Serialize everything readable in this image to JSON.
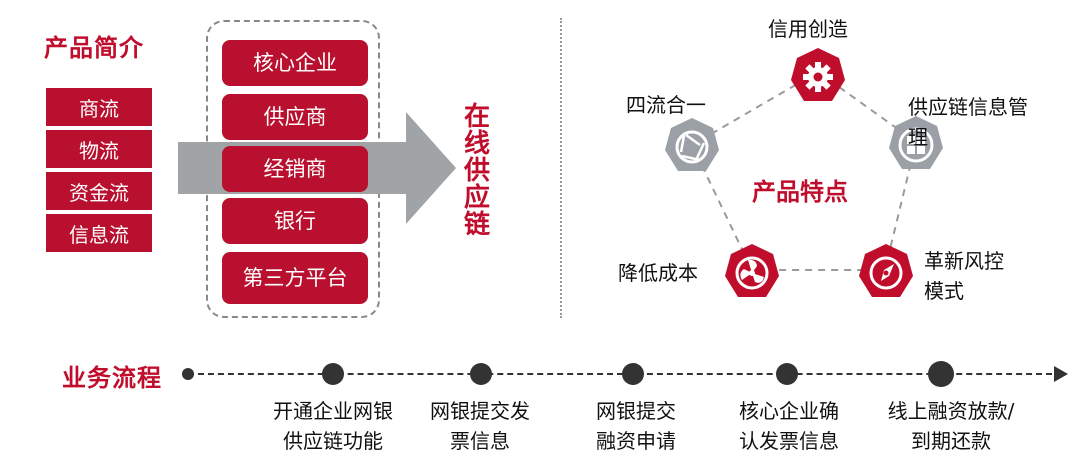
{
  "product_intro": {
    "title": "产品简介",
    "flows": [
      "商流",
      "物流",
      "资金流",
      "信息流"
    ],
    "participants": [
      "核心企业",
      "供应商",
      "经销商",
      "银行",
      "第三方平台"
    ],
    "arrow_label": "在线供应链"
  },
  "features": {
    "center_label": "产品特点",
    "items": [
      {
        "label": "信用创造",
        "icon": "gear-icon",
        "color": "#c00d2b"
      },
      {
        "label": "供应链信息管理",
        "icon": "windows-icon",
        "color": "#9aa0a6"
      },
      {
        "label": "革新风控模式",
        "icon": "compass-icon",
        "color": "#c00d2b"
      },
      {
        "label": "降低成本",
        "icon": "fan-icon",
        "color": "#c00d2b"
      },
      {
        "label": "四流合一",
        "icon": "aperture-icon",
        "color": "#9aa0a6"
      }
    ]
  },
  "process": {
    "title": "业务流程",
    "steps": [
      {
        "line1": "开通企业网银",
        "line2": "供应链功能"
      },
      {
        "line1": "网银提交发",
        "line2": "票信息"
      },
      {
        "line1": "网银提交",
        "line2": "融资申请"
      },
      {
        "line1": "核心企业确",
        "line2": "认发票信息"
      },
      {
        "line1": "线上融资放款/",
        "line2": "到期还款"
      }
    ]
  },
  "colors": {
    "brand_red": "#c00d2b",
    "box_red": "#b8102e",
    "gray": "#9aa0a6",
    "dark": "#333333"
  }
}
